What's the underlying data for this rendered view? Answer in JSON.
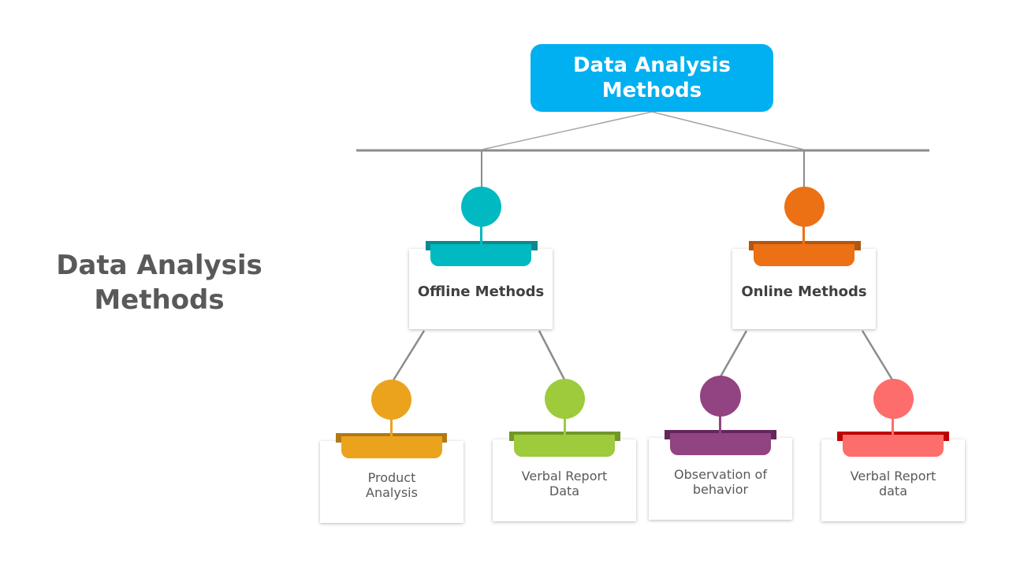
{
  "side_title": "Data Analysis Methods",
  "root": {
    "label": "Data Analysis Methods",
    "color": "#00b0f0"
  },
  "branches": [
    {
      "label": "Offline Methods",
      "color": "#00b9c1"
    },
    {
      "label": "Online Methods",
      "color": "#ec7014"
    }
  ],
  "leaves": [
    {
      "label": "Product Analysis",
      "color": "#eba31e"
    },
    {
      "label": "Verbal Report Data",
      "color": "#9ecb3c"
    },
    {
      "label": "Observation of behavior",
      "color": "#914481"
    },
    {
      "label": "Verbal Report data",
      "color": "#fd6d6b"
    }
  ],
  "line_color": "#8c8c8c"
}
